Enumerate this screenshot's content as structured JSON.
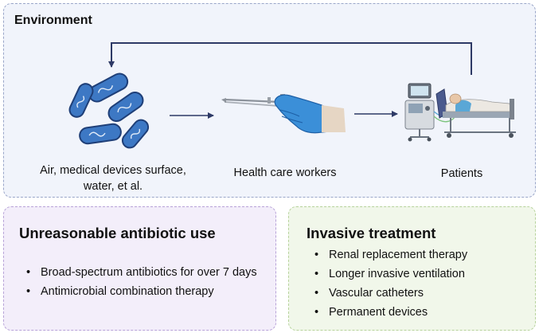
{
  "environment": {
    "title": "Environment",
    "sources_label_line1": "Air, medical devices surface,",
    "sources_label_line2": "water, et al.",
    "workers_label": "Health care workers",
    "patients_label": "Patients",
    "colors": {
      "arrow": "#2e3a66",
      "bacteria_fill": "#3d78c4",
      "bacteria_outline": "#1f3f78",
      "glove": "#3b8fd8"
    }
  },
  "antibiotic_panel": {
    "title": "Unreasonable antibiotic use",
    "items": [
      "Broad-spectrum antibiotics for over 7 days",
      "Antimicrobial combination therapy"
    ]
  },
  "invasive_panel": {
    "title": "Invasive treatment",
    "items": [
      "Renal replacement therapy",
      "Longer invasive ventilation",
      "Vascular catheters",
      "Permanent devices"
    ]
  }
}
